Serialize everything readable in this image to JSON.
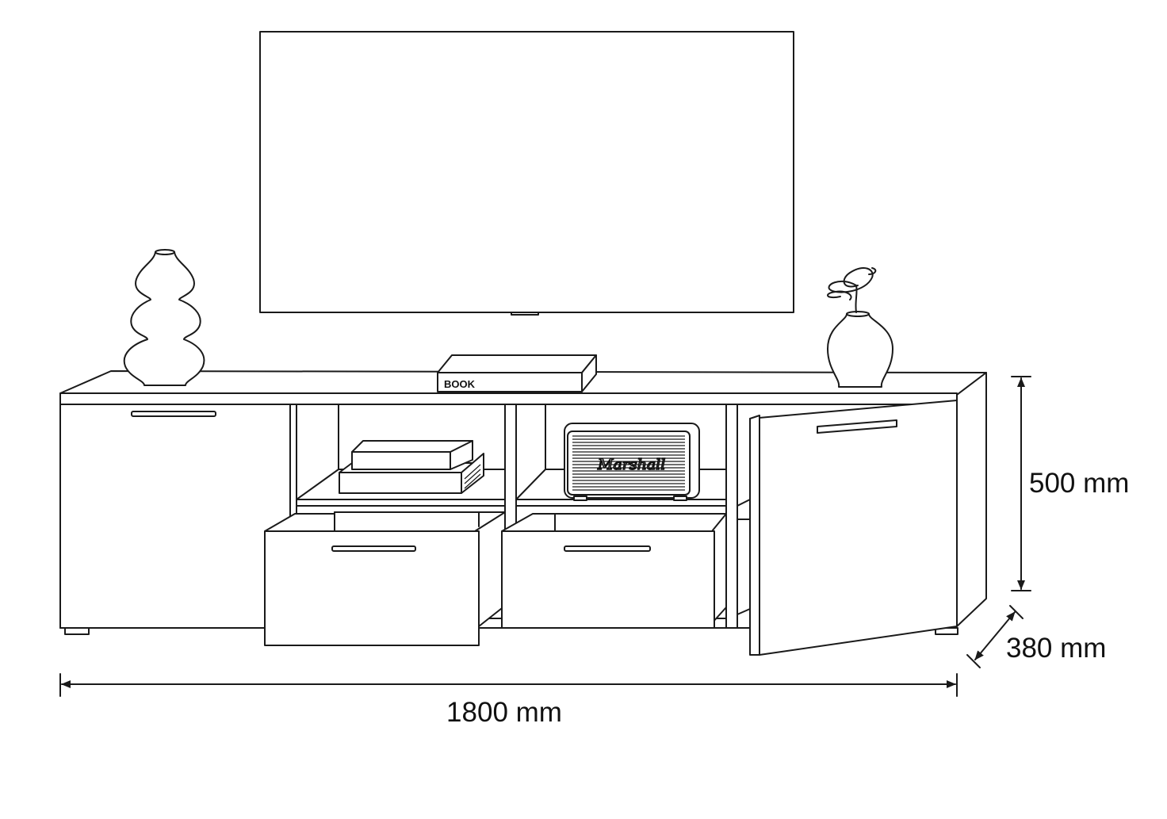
{
  "dimensions": {
    "width_label": "1800 mm",
    "height_label": "500 mm",
    "depth_label": "380 mm"
  },
  "decor": {
    "book_label": "BOOK",
    "speaker_logo": "Marshall"
  },
  "colors": {
    "line": "#1a1a1a",
    "background": "#ffffff"
  }
}
